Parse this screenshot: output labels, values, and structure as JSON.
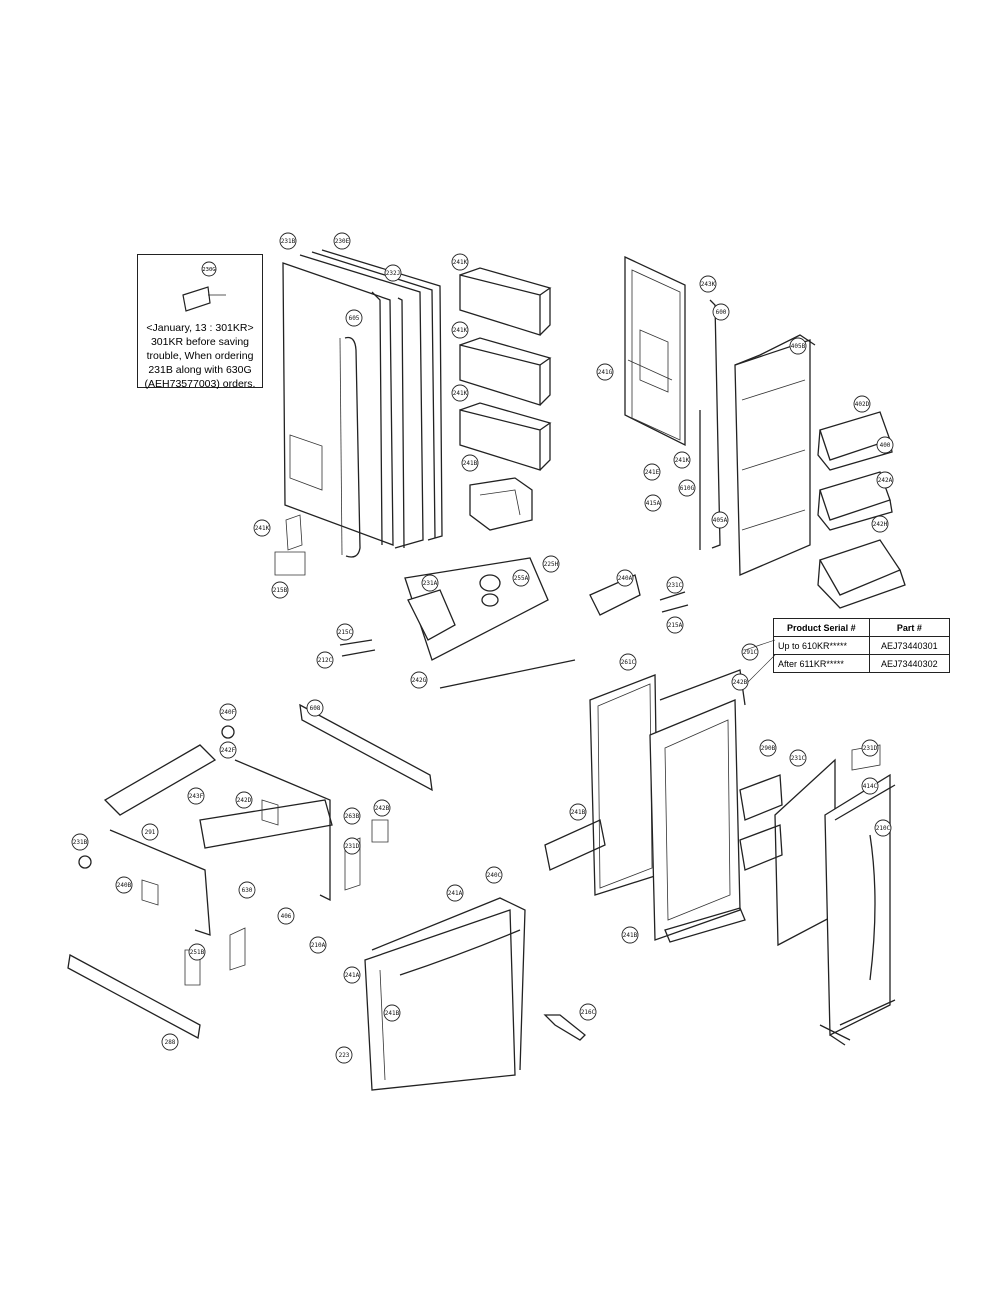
{
  "note": {
    "callout": "230G",
    "lines": [
      "<January, 13 : 301KR>",
      "301KR before saving",
      "trouble, When ordering",
      "231B along with 630G",
      "(AEH73577003) orders."
    ]
  },
  "serial_table": {
    "headers": [
      "Product Serial #",
      "Part #"
    ],
    "rows": [
      {
        "serial": "Up to 610KR*****",
        "part": "AEJ73440301"
      },
      {
        "serial": "After 611KR*****",
        "part": "AEJ73440302"
      }
    ]
  },
  "callouts": [
    "231B",
    "230E",
    "232J",
    "605",
    "241K",
    "241K",
    "241K",
    "241B",
    "241K",
    "215B",
    "243K",
    "600",
    "241G",
    "241K",
    "241E",
    "610G",
    "415A",
    "405A",
    "405B",
    "402D",
    "400",
    "242A",
    "242H",
    "225H",
    "231A",
    "255A",
    "240A",
    "231C",
    "215A",
    "215C",
    "212C",
    "242G",
    "261C",
    "291C",
    "242B",
    "290B",
    "231C",
    "231D",
    "414C",
    "210C",
    "240F",
    "242F",
    "243F",
    "242D",
    "608",
    "263B",
    "242B",
    "231D",
    "291",
    "630",
    "406",
    "210A",
    "251B",
    "231B",
    "240B",
    "288",
    "241B",
    "241A",
    "240C",
    "241A",
    "241B",
    "223",
    "216C",
    "241B"
  ]
}
